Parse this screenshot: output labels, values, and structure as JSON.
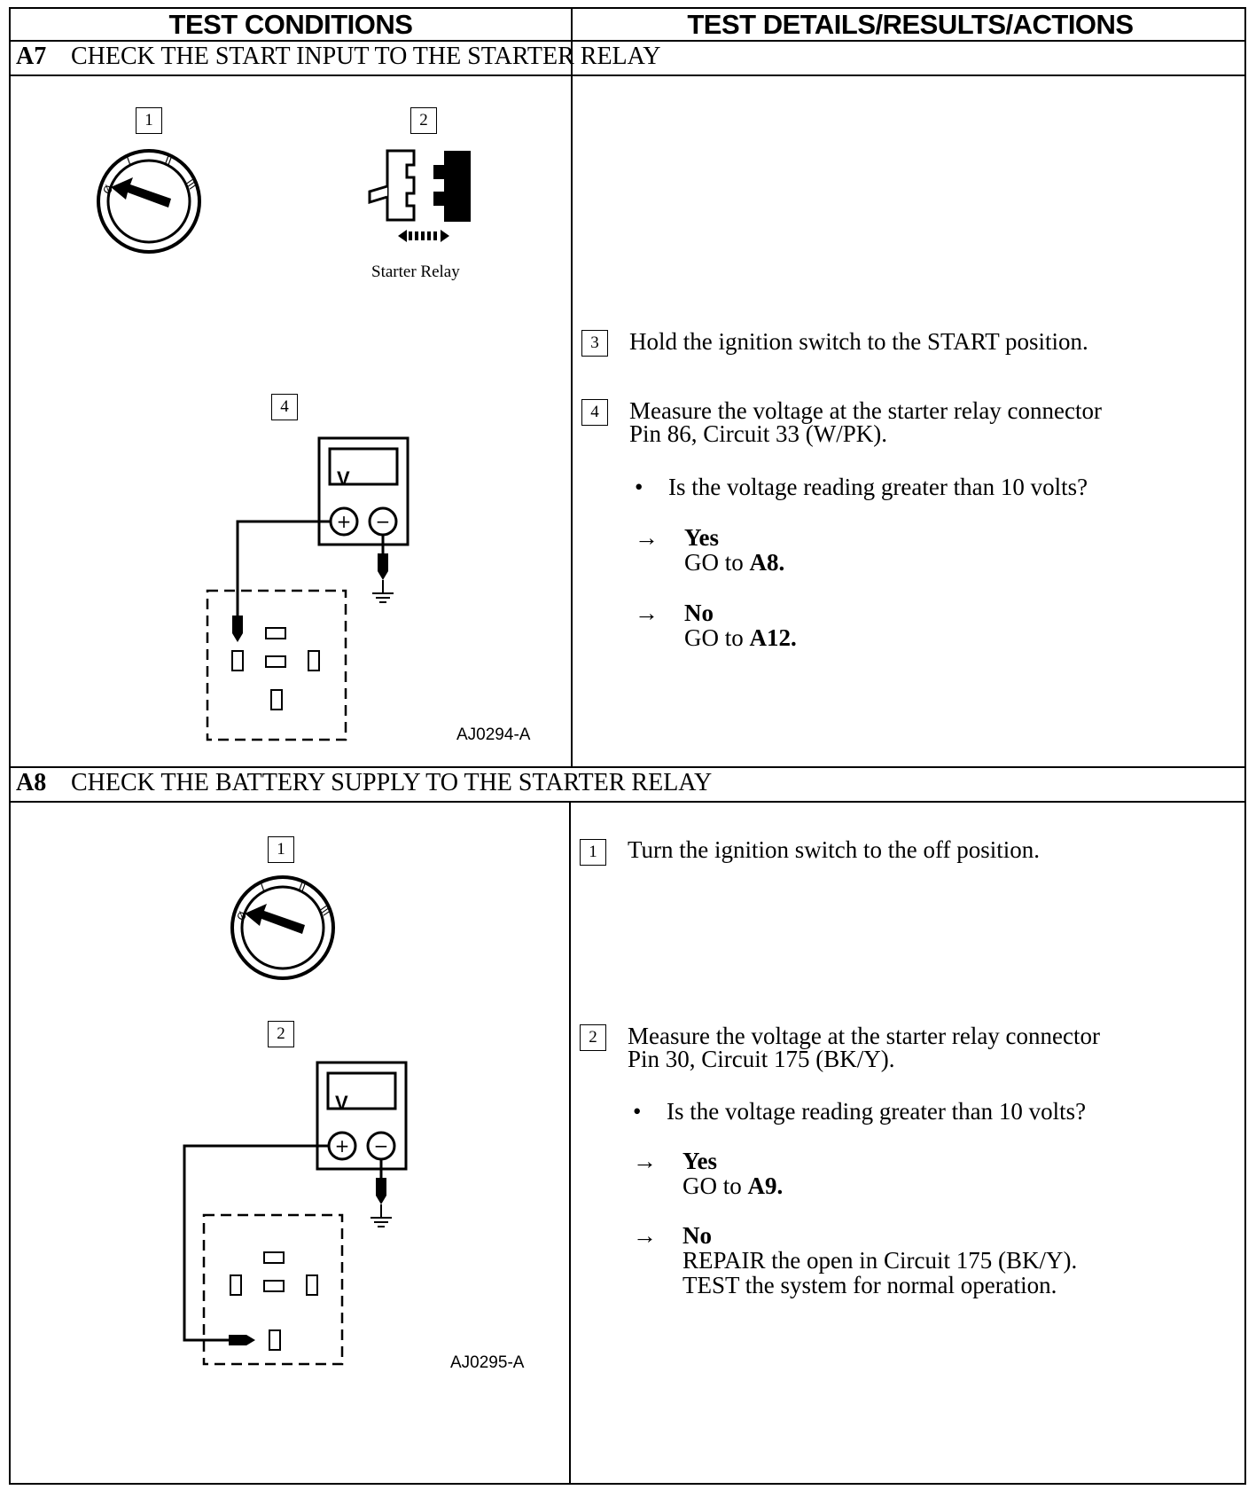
{
  "header": {
    "left": "TEST CONDITIONS",
    "right": "TEST DETAILS/RESULTS/ACTIONS"
  },
  "sections": [
    {
      "id": "A7",
      "title": "CHECK THE START INPUT TO THE STARTER RELAY",
      "figure": {
        "callouts": [
          "1",
          "2",
          "4"
        ],
        "relay_label": "Starter Relay",
        "meter_label": "V",
        "figure_id": "AJ0294-A"
      },
      "steps": [
        {
          "num": "3",
          "text": "Hold the ignition switch to the START position."
        },
        {
          "num": "4",
          "line1": "Measure the voltage at the starter relay connector",
          "line2": "Pin 86, Circuit 33 (W/PK)."
        }
      ],
      "question": "Is the voltage reading greater than 10 volts?",
      "bullet": "•",
      "arrow": "→",
      "yes": {
        "label": "Yes",
        "pre": "GO to",
        "target": "A8."
      },
      "no": {
        "label": "No",
        "pre": "GO to",
        "target": "A12."
      }
    },
    {
      "id": "A8",
      "title": "CHECK THE BATTERY SUPPLY TO THE STARTER RELAY",
      "figure": {
        "callouts": [
          "1",
          "2"
        ],
        "meter_label": "V",
        "figure_id": "AJ0295-A"
      },
      "steps": [
        {
          "num": "1",
          "text": "Turn the ignition switch to the off position."
        },
        {
          "num": "2",
          "line1": "Measure the voltage at the starter relay connector",
          "line2": "Pin 30, Circuit 175 (BK/Y)."
        }
      ],
      "question": "Is the voltage reading greater than 10 volts?",
      "bullet": "•",
      "arrow": "→",
      "yes": {
        "label": "Yes",
        "pre": "GO to",
        "target": "A9."
      },
      "no": {
        "label": "No",
        "line1": "REPAIR the open in Circuit 175 (BK/Y).",
        "line2": "TEST the system for normal operation."
      }
    }
  ]
}
